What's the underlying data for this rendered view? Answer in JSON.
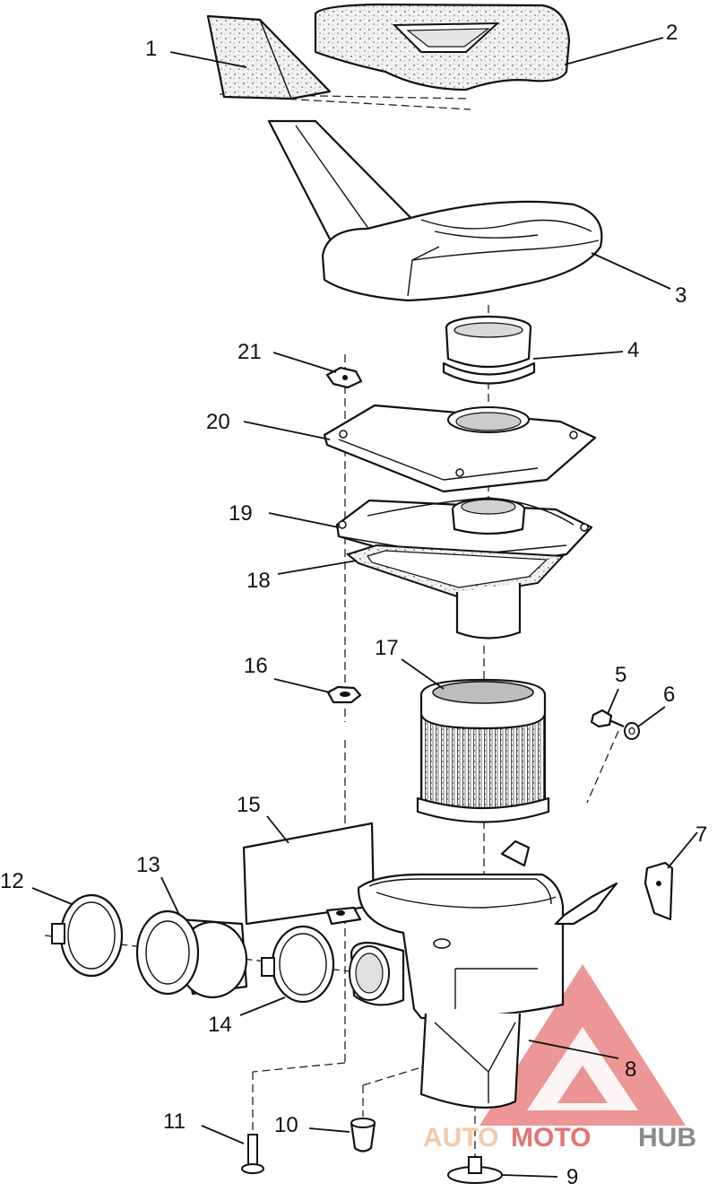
{
  "callouts": {
    "c1": "1",
    "c2": "2",
    "c3": "3",
    "c4": "4",
    "c5": "5",
    "c6": "6",
    "c7": "7",
    "c8": "8",
    "c9": "9",
    "c10": "10",
    "c11": "11",
    "c12": "12",
    "c13": "13",
    "c14": "14",
    "c15": "15",
    "c16": "16",
    "c17": "17",
    "c18": "18",
    "c19": "19",
    "c20": "20",
    "c21": "21"
  },
  "watermark": {
    "part_auto": "AUTO",
    "part_moto": "MOTO",
    "part_hub": "HUB",
    "color_light": "#f5c9a8",
    "color_red": "#e57373",
    "color_gray": "#8a8a8a"
  }
}
